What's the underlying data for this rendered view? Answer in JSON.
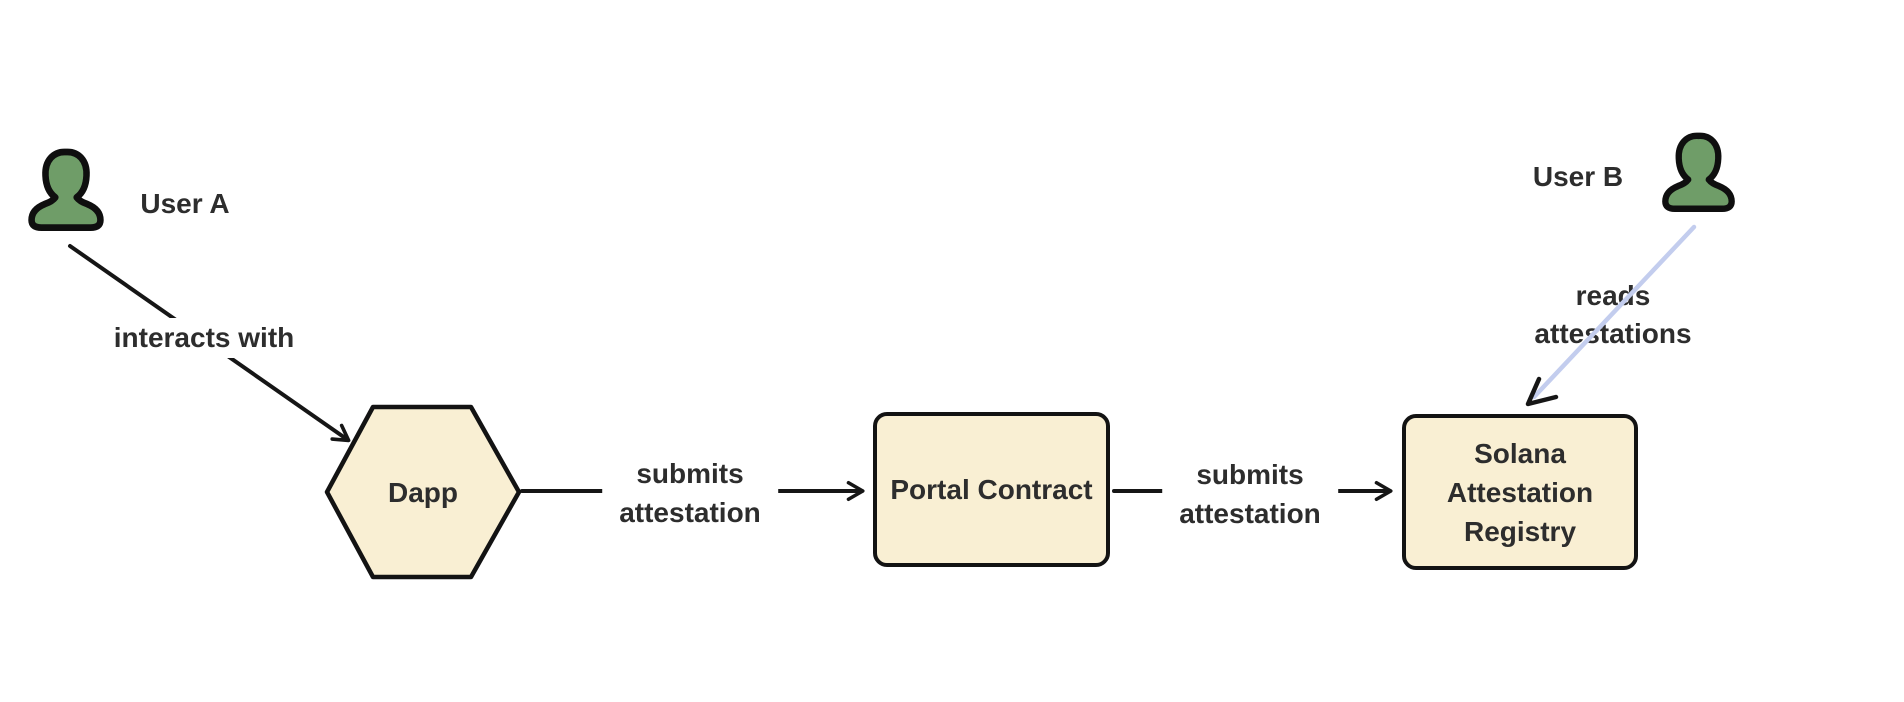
{
  "diagram": {
    "title": "attestation flow diagram",
    "colors": {
      "background": "#ffffff",
      "node_fill": "#f9efd3",
      "node_border": "#131313",
      "edge_stroke": "#161616",
      "reads_edge_stroke": "#c3cdee",
      "actor_fill": "#6f9d68",
      "text": "#2d2d2d"
    },
    "actors": [
      {
        "id": "user-a",
        "label": "User A",
        "icon": "person-bust-icon"
      },
      {
        "id": "user-b",
        "label": "User B",
        "icon": "person-bust-icon"
      }
    ],
    "nodes": [
      {
        "id": "dapp",
        "shape": "hexagon",
        "label": "Dapp"
      },
      {
        "id": "portal-contract",
        "shape": "rounded-rect",
        "label": "Portal Contract"
      },
      {
        "id": "solana-attestation-registry",
        "shape": "rounded-rect",
        "label": "Solana Attestation Registry",
        "lines": [
          "Solana",
          "Attestation",
          "Registry"
        ]
      }
    ],
    "edges": [
      {
        "from": "user-a",
        "to": "dapp",
        "label": "interacts with",
        "style": "solid-black-arrow"
      },
      {
        "from": "dapp",
        "to": "portal-contract",
        "label": "submits attestation",
        "lines": [
          "submits",
          "attestation"
        ],
        "style": "solid-black-arrow"
      },
      {
        "from": "portal-contract",
        "to": "solana-attestation-registry",
        "label": "submits attestation",
        "lines": [
          "submits",
          "attestation"
        ],
        "style": "solid-black-arrow"
      },
      {
        "from": "user-b",
        "to": "solana-attestation-registry",
        "label": "reads attestations",
        "lines": [
          "reads",
          "attestations"
        ],
        "style": "lavender-line-black-arrow"
      }
    ]
  }
}
